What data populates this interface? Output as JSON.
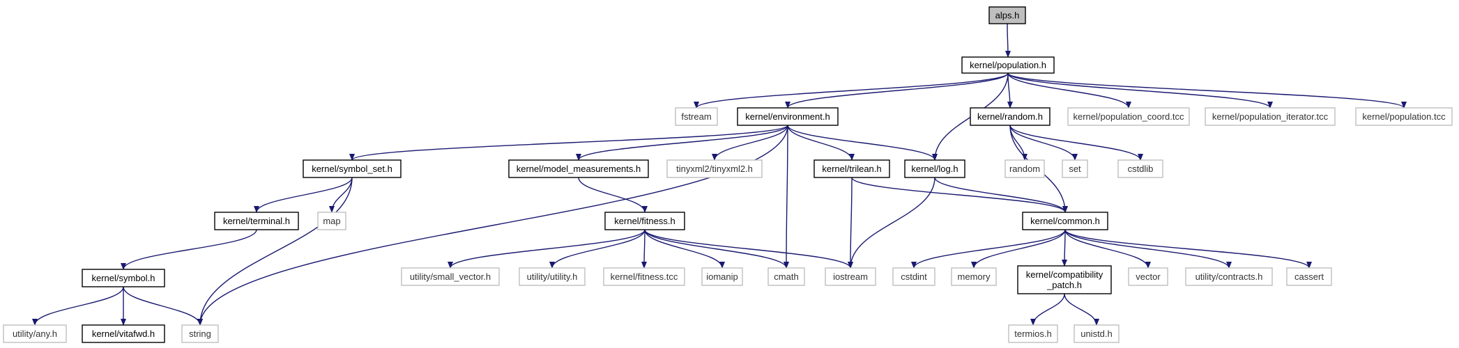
{
  "colors": {
    "edge": "#191970",
    "root_fill": "#bfbfbf",
    "internal_border": "#000000",
    "external_border": "#bfbfbf",
    "background": "#ffffff"
  },
  "nodes": [
    {
      "id": "alps",
      "label": "alps.h",
      "kind": "root"
    },
    {
      "id": "population",
      "label": "kernel/population.h",
      "kind": "internal"
    },
    {
      "id": "fstream",
      "label": "fstream",
      "kind": "external"
    },
    {
      "id": "environment",
      "label": "kernel/environment.h",
      "kind": "internal"
    },
    {
      "id": "random_h",
      "label": "kernel/random.h",
      "kind": "internal"
    },
    {
      "id": "pop_coord",
      "label": "kernel/population_coord.tcc",
      "kind": "external"
    },
    {
      "id": "pop_iter",
      "label": "kernel/population_iterator.tcc",
      "kind": "external"
    },
    {
      "id": "pop_tcc",
      "label": "kernel/population.tcc",
      "kind": "external"
    },
    {
      "id": "symbol_set",
      "label": "kernel/symbol_set.h",
      "kind": "internal"
    },
    {
      "id": "model_meas",
      "label": "kernel/model_measurements.h",
      "kind": "internal"
    },
    {
      "id": "tinyxml2",
      "label": "tinyxml2/tinyxml2.h",
      "kind": "external"
    },
    {
      "id": "trilean",
      "label": "kernel/trilean.h",
      "kind": "internal"
    },
    {
      "id": "log_h",
      "label": "kernel/log.h",
      "kind": "internal"
    },
    {
      "id": "random_std",
      "label": "random",
      "kind": "external"
    },
    {
      "id": "set",
      "label": "set",
      "kind": "external"
    },
    {
      "id": "cstdlib",
      "label": "cstdlib",
      "kind": "external"
    },
    {
      "id": "terminal",
      "label": "kernel/terminal.h",
      "kind": "internal"
    },
    {
      "id": "map",
      "label": "map",
      "kind": "external"
    },
    {
      "id": "fitness",
      "label": "kernel/fitness.h",
      "kind": "internal"
    },
    {
      "id": "common",
      "label": "kernel/common.h",
      "kind": "internal"
    },
    {
      "id": "symbol",
      "label": "kernel/symbol.h",
      "kind": "internal"
    },
    {
      "id": "small_vector",
      "label": "utility/small_vector.h",
      "kind": "external"
    },
    {
      "id": "utility_h",
      "label": "utility/utility.h",
      "kind": "external"
    },
    {
      "id": "fitness_tcc",
      "label": "kernel/fitness.tcc",
      "kind": "external"
    },
    {
      "id": "iomanip",
      "label": "iomanip",
      "kind": "external"
    },
    {
      "id": "cmath",
      "label": "cmath",
      "kind": "external"
    },
    {
      "id": "iostream",
      "label": "iostream",
      "kind": "external"
    },
    {
      "id": "cstdint",
      "label": "cstdint",
      "kind": "external"
    },
    {
      "id": "memory",
      "label": "memory",
      "kind": "external"
    },
    {
      "id": "compat",
      "label": "kernel/compatibility\n_patch.h",
      "kind": "internal"
    },
    {
      "id": "vector",
      "label": "vector",
      "kind": "external"
    },
    {
      "id": "contracts",
      "label": "utility/contracts.h",
      "kind": "external"
    },
    {
      "id": "cassert",
      "label": "cassert",
      "kind": "external"
    },
    {
      "id": "any",
      "label": "utility/any.h",
      "kind": "external"
    },
    {
      "id": "vitafwd",
      "label": "kernel/vitafwd.h",
      "kind": "internal"
    },
    {
      "id": "string",
      "label": "string",
      "kind": "external"
    },
    {
      "id": "termios",
      "label": "termios.h",
      "kind": "external"
    },
    {
      "id": "unistd",
      "label": "unistd.h",
      "kind": "external"
    }
  ],
  "edges": [
    [
      "alps",
      "population"
    ],
    [
      "population",
      "fstream"
    ],
    [
      "population",
      "environment"
    ],
    [
      "population",
      "log_h"
    ],
    [
      "population",
      "random_h"
    ],
    [
      "population",
      "pop_coord"
    ],
    [
      "population",
      "pop_iter"
    ],
    [
      "population",
      "pop_tcc"
    ],
    [
      "environment",
      "string"
    ],
    [
      "environment",
      "symbol_set"
    ],
    [
      "environment",
      "model_meas"
    ],
    [
      "environment",
      "tinyxml2"
    ],
    [
      "environment",
      "cmath"
    ],
    [
      "environment",
      "trilean"
    ],
    [
      "environment",
      "log_h"
    ],
    [
      "random_h",
      "random_std"
    ],
    [
      "random_h",
      "set"
    ],
    [
      "random_h",
      "common"
    ],
    [
      "random_h",
      "cstdlib"
    ],
    [
      "symbol_set",
      "terminal"
    ],
    [
      "symbol_set",
      "map"
    ],
    [
      "symbol_set",
      "string"
    ],
    [
      "model_meas",
      "fitness"
    ],
    [
      "trilean",
      "iostream"
    ],
    [
      "trilean",
      "common"
    ],
    [
      "log_h",
      "iostream"
    ],
    [
      "log_h",
      "common"
    ],
    [
      "terminal",
      "symbol"
    ],
    [
      "fitness",
      "small_vector"
    ],
    [
      "fitness",
      "utility_h"
    ],
    [
      "fitness",
      "fitness_tcc"
    ],
    [
      "fitness",
      "iomanip"
    ],
    [
      "fitness",
      "cmath"
    ],
    [
      "fitness",
      "iostream"
    ],
    [
      "common",
      "cstdint"
    ],
    [
      "common",
      "memory"
    ],
    [
      "common",
      "compat"
    ],
    [
      "common",
      "vector"
    ],
    [
      "common",
      "contracts"
    ],
    [
      "common",
      "cassert"
    ],
    [
      "symbol",
      "any"
    ],
    [
      "symbol",
      "vitafwd"
    ],
    [
      "symbol",
      "string"
    ],
    [
      "compat",
      "termios"
    ],
    [
      "compat",
      "unistd"
    ]
  ]
}
